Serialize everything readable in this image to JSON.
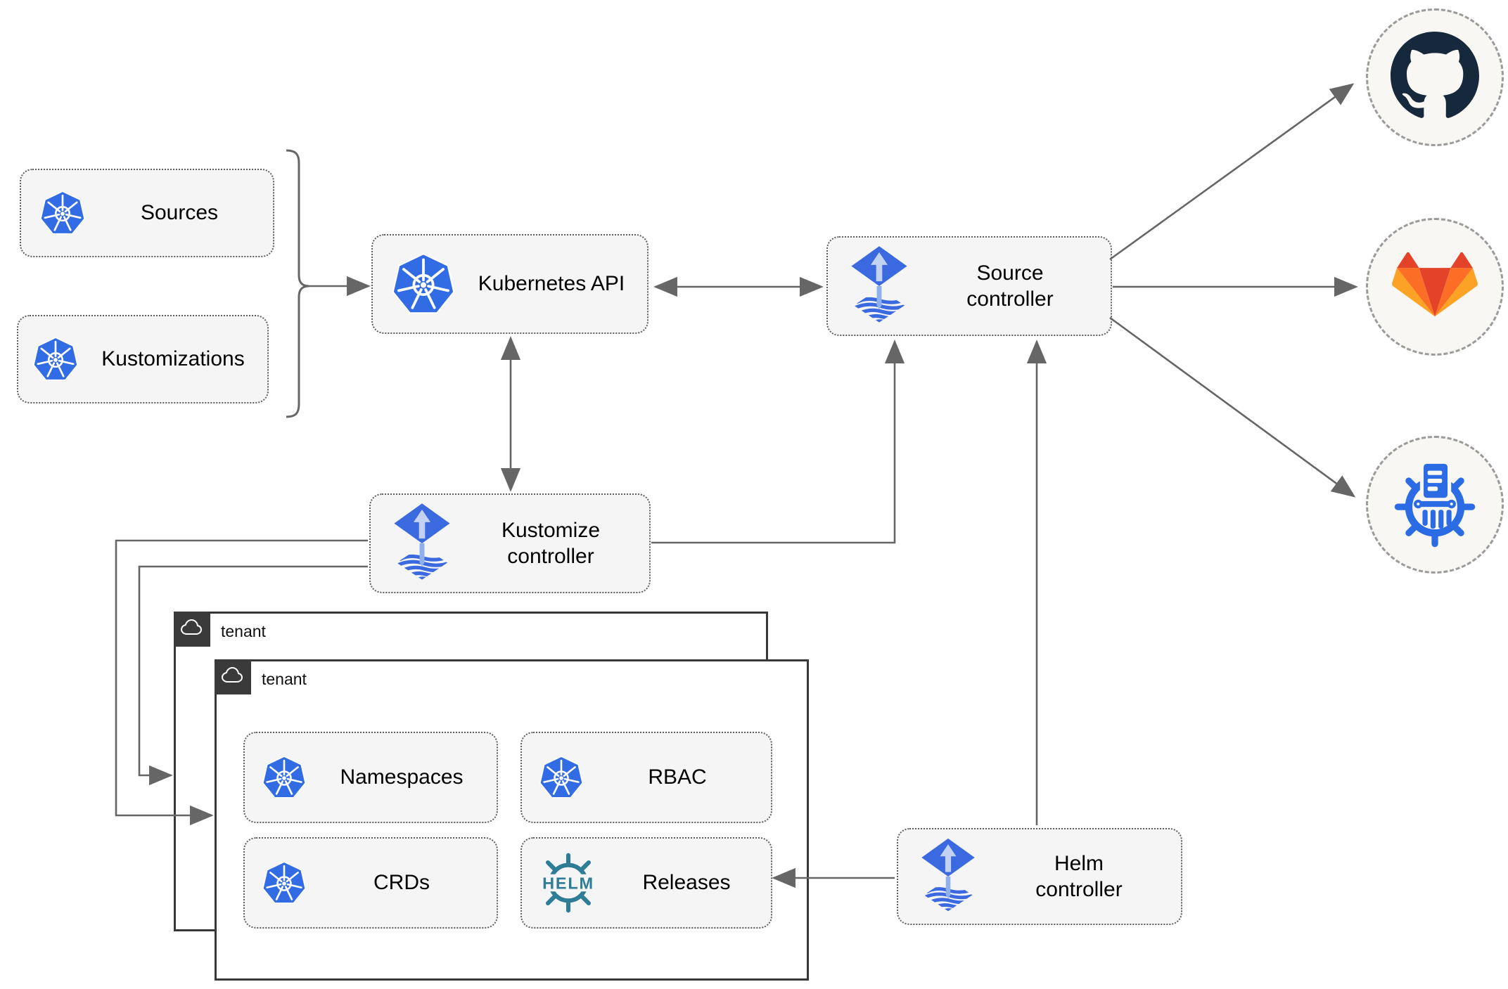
{
  "title": "Flux multi-tenancy architecture diagram",
  "nodes": {
    "sources": {
      "label": "Sources"
    },
    "kustomizations": {
      "label": "Kustomizations"
    },
    "kubernetes_api": {
      "label": "Kubernetes API"
    },
    "source_controller": {
      "line1": "Source",
      "line2": "controller"
    },
    "kustomize_controller": {
      "line1": "Kustomize",
      "line2": "controller"
    },
    "helm_controller": {
      "line1": "Helm",
      "line2": "controller"
    },
    "namespaces": {
      "label": "Namespaces"
    },
    "rbac": {
      "label": "RBAC"
    },
    "crds": {
      "label": "CRDs"
    },
    "releases": {
      "label": "Releases"
    }
  },
  "groups": {
    "tenant_back": {
      "label": "tenant"
    },
    "tenant_front": {
      "label": "tenant"
    }
  },
  "logos": {
    "helm_text": "HELM"
  },
  "icons": {
    "kubernetes": "kubernetes-icon",
    "flux": "flux-icon",
    "helm": "helm-icon",
    "cloud": "cloud-icon",
    "github": "github-icon",
    "gitlab": "gitlab-icon",
    "chartmuseum": "chartmuseum-icon"
  },
  "edges": [
    {
      "from": "sources+kustomizations",
      "to": "kubernetes_api",
      "style": "arrow"
    },
    {
      "from": "kubernetes_api",
      "to": "source_controller",
      "style": "double-arrow"
    },
    {
      "from": "kubernetes_api",
      "to": "kustomize_controller",
      "style": "double-arrow"
    },
    {
      "from": "kustomize_controller",
      "to": "source_controller",
      "style": "arrow"
    },
    {
      "from": "kustomize_controller",
      "to": "tenant_back",
      "style": "arrow"
    },
    {
      "from": "kustomize_controller",
      "to": "tenant_front",
      "style": "arrow"
    },
    {
      "from": "helm_controller",
      "to": "source_controller",
      "style": "arrow"
    },
    {
      "from": "helm_controller",
      "to": "releases",
      "style": "arrow"
    },
    {
      "from": "source_controller",
      "to": "github",
      "style": "arrow"
    },
    {
      "from": "source_controller",
      "to": "gitlab",
      "style": "arrow"
    },
    {
      "from": "source_controller",
      "to": "chartmuseum",
      "style": "arrow"
    }
  ],
  "colors": {
    "kubernetes_blue": "#326CE5",
    "flux_blue": "#3B6AE0",
    "flux_arrow_light": "#C3D2F2",
    "helm_teal": "#2E7D96",
    "github_navy": "#16283C",
    "gitlab_red_orange": "#E24329",
    "gitlab_orange": "#FC6D26",
    "gitlab_light_orange": "#FCA326",
    "chartmuseum_blue": "#2B6BE4",
    "connector_gray": "#666666",
    "box_fill": "#F5F5F5",
    "tenant_tab_dark": "#3A3A3A"
  }
}
